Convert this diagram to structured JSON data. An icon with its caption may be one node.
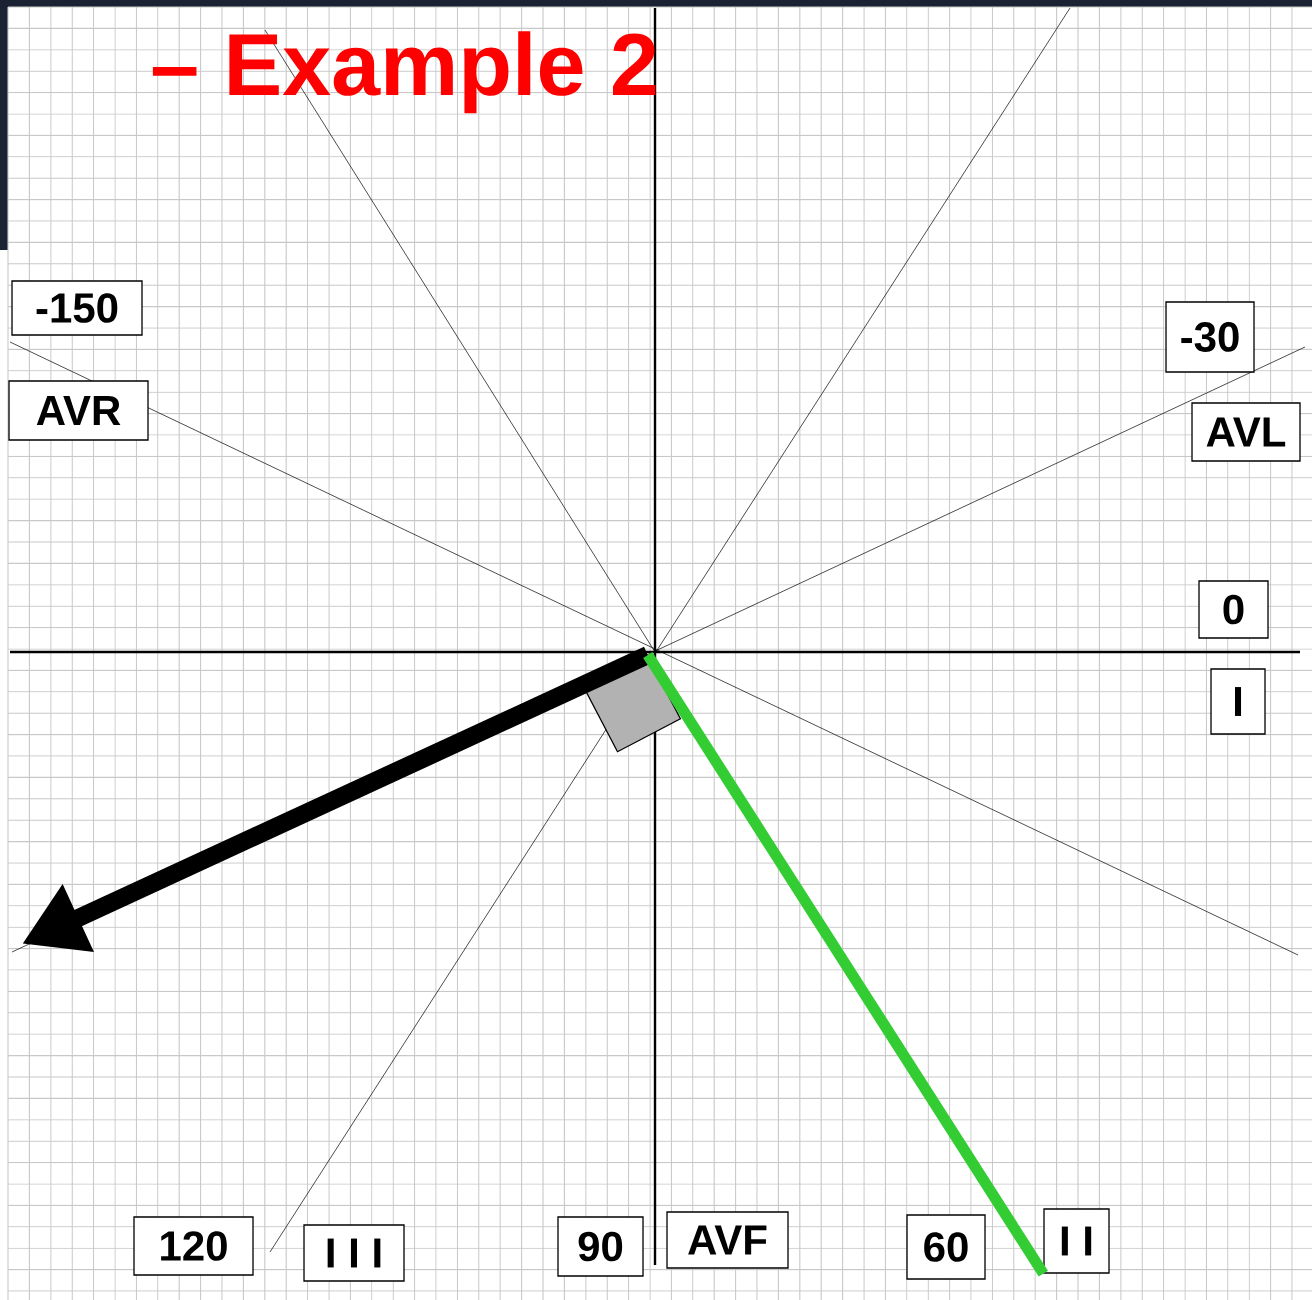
{
  "diagram": {
    "title": "– Example 2",
    "nodes": [
      {
        "text": [
          "-150"
        ]
      },
      {
        "text": [
          "AVR"
        ]
      },
      {
        "text": [
          "-30"
        ]
      },
      {
        "text": [
          "AVL"
        ]
      },
      {
        "text": [
          "0"
        ]
      },
      {
        "text": [
          "I"
        ]
      },
      {
        "text": [
          "120"
        ]
      },
      {
        "text": [
          "I I I"
        ]
      },
      {
        "text": [
          "90"
        ]
      },
      {
        "text": [
          "AVF"
        ]
      },
      {
        "text": [
          "60"
        ]
      },
      {
        "text": [
          "I I"
        ]
      },
      {
        "text": [],
        "shape": "box"
      }
    ],
    "edges": [
      {
        "from": 12,
        "to": null,
        "arrow": "to"
      },
      {
        "from": 12,
        "to": 11,
        "arrow": "none",
        "color": "#33cc33"
      }
    ]
  }
}
